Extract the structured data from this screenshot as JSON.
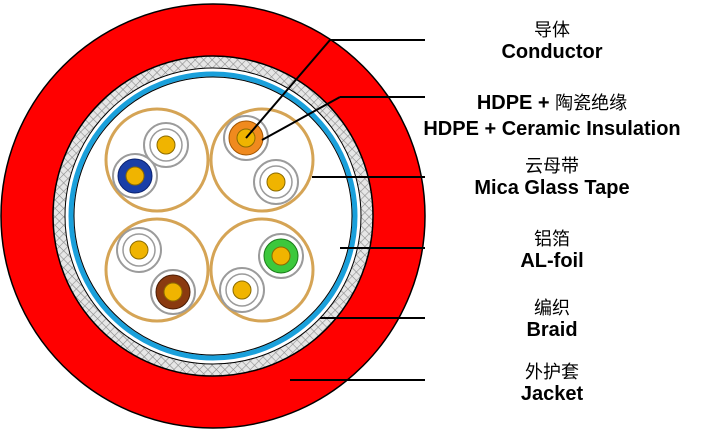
{
  "colors": {
    "jacket": "#ff0000",
    "braid": "#c7c7c7",
    "foil": "#1aa0db",
    "mica_tape": "#d5a455",
    "conductor": "#f0b400",
    "insulation_ring": "#9b9b9b",
    "background": "#ffffff"
  },
  "labels": {
    "conductor": {
      "cn": "导体",
      "en": "Conductor"
    },
    "insulation": {
      "line1_en": "HDPE + ",
      "line1_cn": "陶瓷绝缘",
      "line2_en": "HDPE + Ceramic Insulation"
    },
    "mica": {
      "cn": "云母带",
      "en": "Mica Glass Tape"
    },
    "foil": {
      "cn": "铝箔",
      "en": "AL-foil"
    },
    "braid": {
      "cn": "编织",
      "en": "Braid"
    },
    "jacket": {
      "cn": "外护套",
      "en": "Jacket"
    }
  }
}
